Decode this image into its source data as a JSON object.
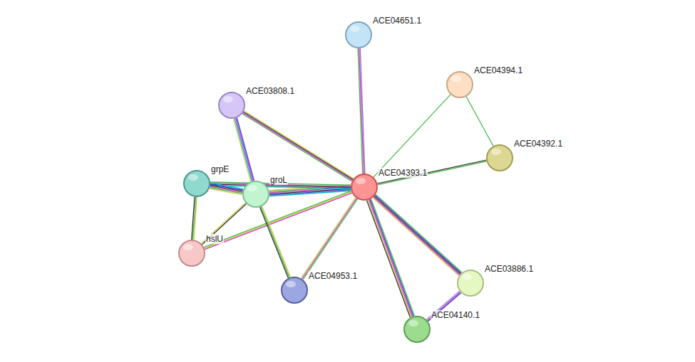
{
  "diagram": {
    "nodes": [
      {
        "text": [
          "ACE04651.1"
        ]
      },
      {
        "text": [
          "ACE04394.1"
        ]
      },
      {
        "text": [
          "ACE03808.1"
        ]
      },
      {
        "text": [
          "ACE04392.1"
        ]
      },
      {
        "text": [
          "grpE"
        ]
      },
      {
        "text": [
          "groL"
        ]
      },
      {
        "text": [
          "ACE04393.1"
        ]
      },
      {
        "text": [
          "hslU"
        ]
      },
      {
        "text": [
          "ACE04953.1"
        ]
      },
      {
        "text": [
          "ACE03886.1"
        ]
      },
      {
        "text": [
          "ACE04140.1"
        ]
      }
    ],
    "edges": [
      {
        "from": 6,
        "to": 0,
        "arrow": "none"
      },
      {
        "from": 6,
        "to": 1,
        "arrow": "none"
      },
      {
        "from": 1,
        "to": 3,
        "arrow": "none"
      },
      {
        "from": 6,
        "to": 3,
        "arrow": "none"
      },
      {
        "from": 6,
        "to": 2,
        "arrow": "none"
      },
      {
        "from": 6,
        "to": 5,
        "arrow": "none"
      },
      {
        "from": 6,
        "to": 4,
        "arrow": "none"
      },
      {
        "from": 6,
        "to": 7,
        "arrow": "none"
      },
      {
        "from": 6,
        "to": 8,
        "arrow": "none"
      },
      {
        "from": 6,
        "to": 9,
        "arrow": "none"
      },
      {
        "from": 6,
        "to": 10,
        "arrow": "none"
      },
      {
        "from": 9,
        "to": 10,
        "arrow": "none"
      },
      {
        "from": 2,
        "to": 5,
        "arrow": "none"
      },
      {
        "from": 4,
        "to": 5,
        "arrow": "none"
      },
      {
        "from": 4,
        "to": 7,
        "arrow": "none"
      },
      {
        "from": 5,
        "to": 7,
        "arrow": "none"
      },
      {
        "from": 5,
        "to": 8,
        "arrow": "none"
      }
    ]
  }
}
